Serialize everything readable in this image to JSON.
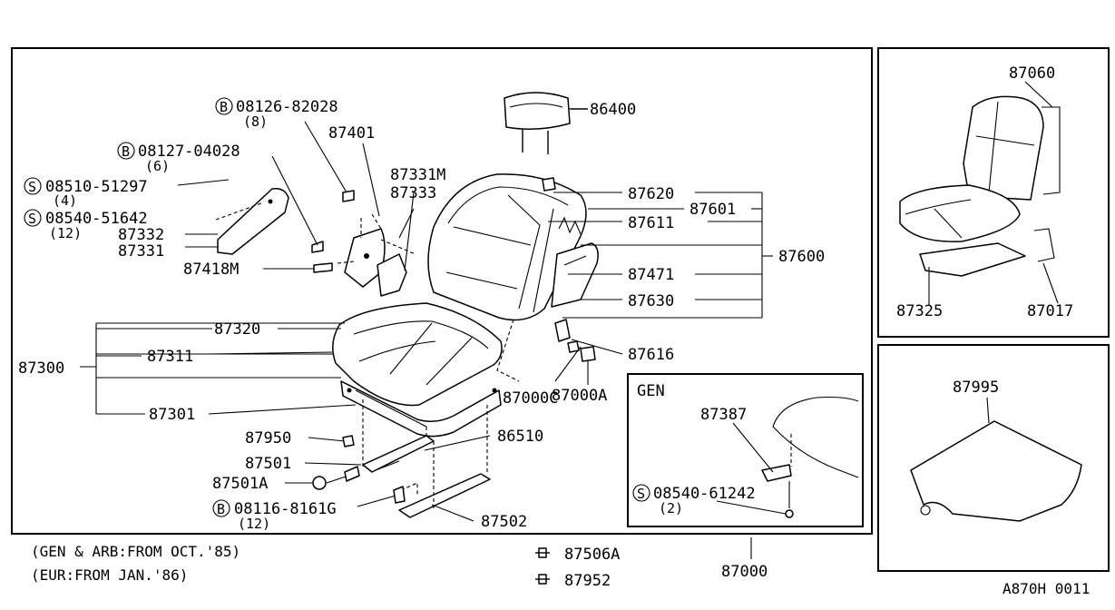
{
  "labels": {
    "p08126": "08126-82028",
    "p08126_qty": "(8)",
    "p87401": "87401",
    "p08127": "08127-04028",
    "p08127_qty": "(6)",
    "p08510": "08510-51297",
    "p08510_qty": "(4)",
    "p08540a": "08540-51642",
    "p08540a_qty": "(12)",
    "p87332": "87332",
    "p87331": "87331",
    "p87418M": "87418M",
    "p87331M": "87331M",
    "p87333": "87333",
    "p86400": "86400",
    "p87620": "87620",
    "p87601": "87601",
    "p87611": "87611",
    "p87600": "87600",
    "p87471": "87471",
    "p87630": "87630",
    "p87616": "87616",
    "p87320": "87320",
    "p87311": "87311",
    "p87300": "87300",
    "p87301": "87301",
    "p87000C": "87000C",
    "p87000A": "87000A",
    "p87950": "87950",
    "p86510": "86510",
    "p87501": "87501",
    "p87501A": "87501A",
    "p08116": "08116-8161G",
    "p08116_qty": "(12)",
    "p87502": "87502",
    "gen_title": "GEN",
    "p87387": "87387",
    "p08540b": "08540-61242",
    "p08540b_qty": "(2)",
    "p87060": "87060",
    "p87325": "87325",
    "p87017": "87017",
    "p87995": "87995",
    "p87506A": "87506A",
    "p87952": "87952",
    "p87000": "87000",
    "note1": "(GEN & ARB:FROM OCT.'85)",
    "note2": "(EUR:FROM JAN.'86)",
    "code": "A870H 0011",
    "mark_B": "B",
    "mark_S": "S"
  }
}
